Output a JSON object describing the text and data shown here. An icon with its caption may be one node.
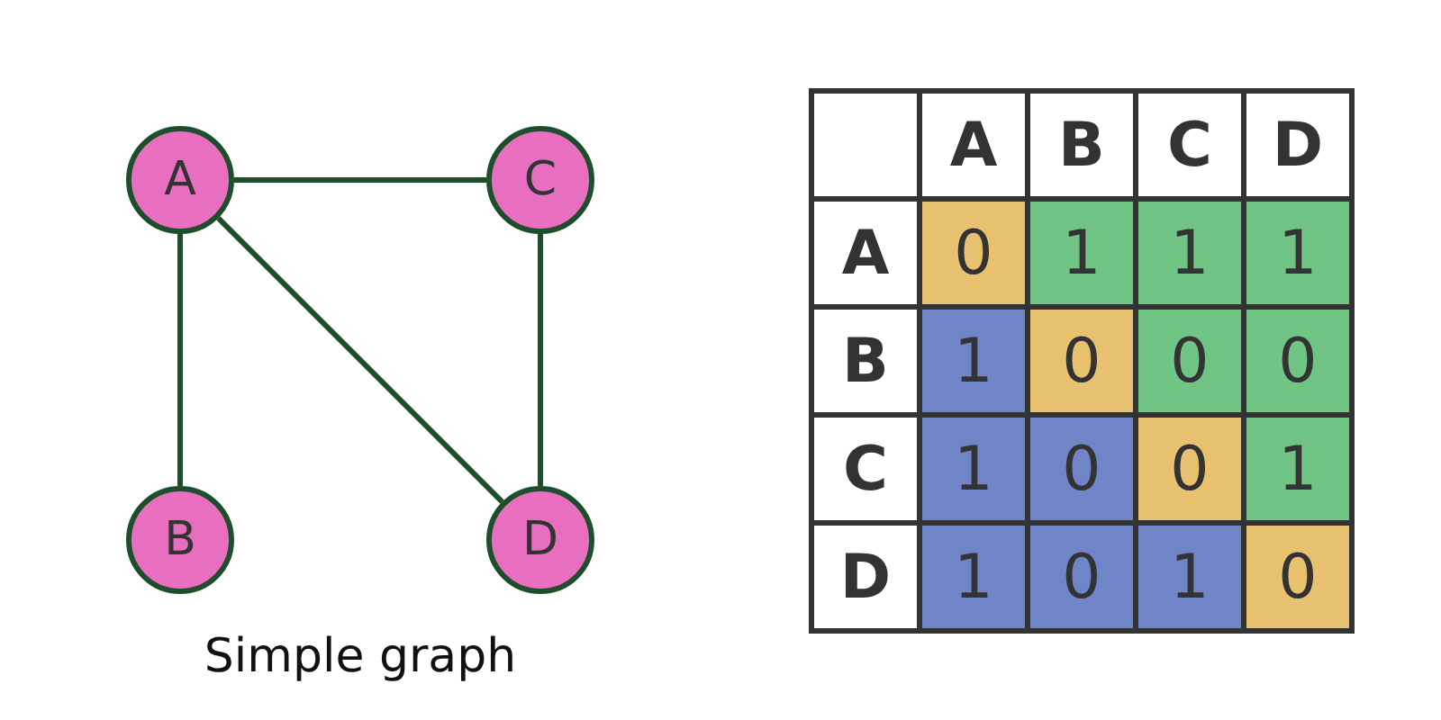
{
  "diagram": {
    "caption": "Simple graph",
    "nodes": [
      {
        "text": [
          "A"
        ]
      },
      {
        "text": [
          "C"
        ]
      },
      {
        "text": [
          "B"
        ]
      },
      {
        "text": [
          "D"
        ]
      }
    ],
    "edges": [
      {
        "from": 0,
        "to": 1,
        "arrow": "none"
      },
      {
        "from": 0,
        "to": 2,
        "arrow": "none"
      },
      {
        "from": 0,
        "to": 3,
        "arrow": "none"
      },
      {
        "from": 1,
        "to": 3,
        "arrow": "none"
      }
    ],
    "labels": [
      "A",
      "B",
      "C",
      "D",
      "A",
      "0",
      "1",
      "1",
      "1",
      "B",
      "1",
      "0",
      "0",
      "0",
      "C",
      "1",
      "0",
      "0",
      "1",
      "D",
      "1",
      "0",
      "1",
      "0"
    ]
  }
}
